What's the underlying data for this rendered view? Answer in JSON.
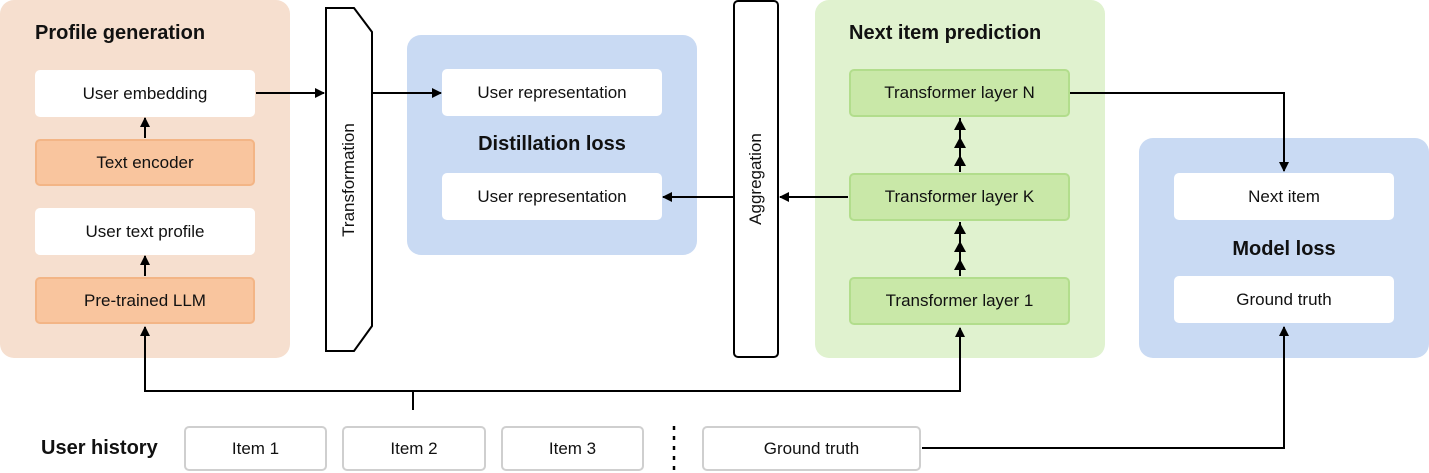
{
  "profile_generation": {
    "title": "Profile generation",
    "user_embedding": "User embedding",
    "text_encoder": "Text encoder",
    "user_text_profile": "User text profile",
    "pretrained_llm": "Pre-trained LLM"
  },
  "transformation": {
    "label": "Transformation"
  },
  "distillation": {
    "title": "Distillation loss",
    "user_representation_top": "User representation",
    "user_representation_bottom": "User representation"
  },
  "aggregation": {
    "label": "Aggregation"
  },
  "next_item_prediction": {
    "title": "Next item prediction",
    "layer_n": "Transformer layer N",
    "layer_k": "Transformer layer K",
    "layer_1": "Transformer layer 1"
  },
  "model_loss": {
    "title": "Model loss",
    "next_item": "Next item",
    "ground_truth": "Ground truth"
  },
  "user_history": {
    "title": "User history",
    "items": [
      "Item 1",
      "Item 2",
      "Item 3"
    ],
    "ground_truth": "Ground truth"
  },
  "colors": {
    "profile_panel": "#f6dfcf",
    "distillation_panel": "#c9daf3",
    "prediction_panel": "#e0f2cf",
    "model_loss_panel": "#c9daf3",
    "orange_box": "#f9c59e",
    "green_box": "#c9e8a8",
    "line": "#000000"
  }
}
